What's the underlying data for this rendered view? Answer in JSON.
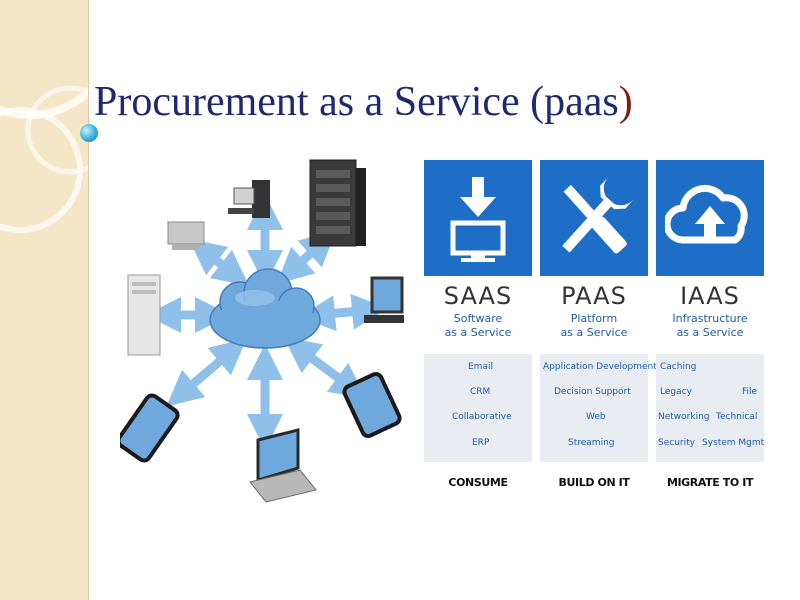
{
  "slide": {
    "title_main": "Procurement as a Service (paas",
    "title_close": ")"
  },
  "colors": {
    "side_panel": "#f5e6c8",
    "title": "#1f2a6e",
    "title_accent": "#7a1f12",
    "service_blue": "#1e6ec7",
    "cloud_blue": "#6fa8dc"
  },
  "network_icons": [
    "cloud-icon",
    "server-rack-icon",
    "desktop-computer-icon",
    "laptop-icon",
    "smartphone-icon",
    "network-arrow-icon"
  ],
  "services": [
    {
      "abbr": "SAAS",
      "full_line1": "Software",
      "full_line2": "as a Service",
      "icon": "download-monitor-icon",
      "features": [
        "Email",
        "CRM",
        "Collaborative",
        "ERP"
      ],
      "action": "CONSUME"
    },
    {
      "abbr": "PAAS",
      "full_line1": "Platform",
      "full_line2": "as a Service",
      "icon": "wrench-screwdriver-icon",
      "features": [
        "Application Development",
        "Decision Support",
        "Web",
        "Streaming"
      ],
      "action": "BUILD ON IT"
    },
    {
      "abbr": "IAAS",
      "full_line1": "Infrastructure",
      "full_line2": "as a Service",
      "icon": "cloud-upload-icon",
      "features": [
        "Caching",
        "Legacy",
        "File",
        "Networking",
        "Technical",
        "Security",
        "System Mgmt"
      ],
      "action": "MIGRATE TO IT"
    }
  ]
}
